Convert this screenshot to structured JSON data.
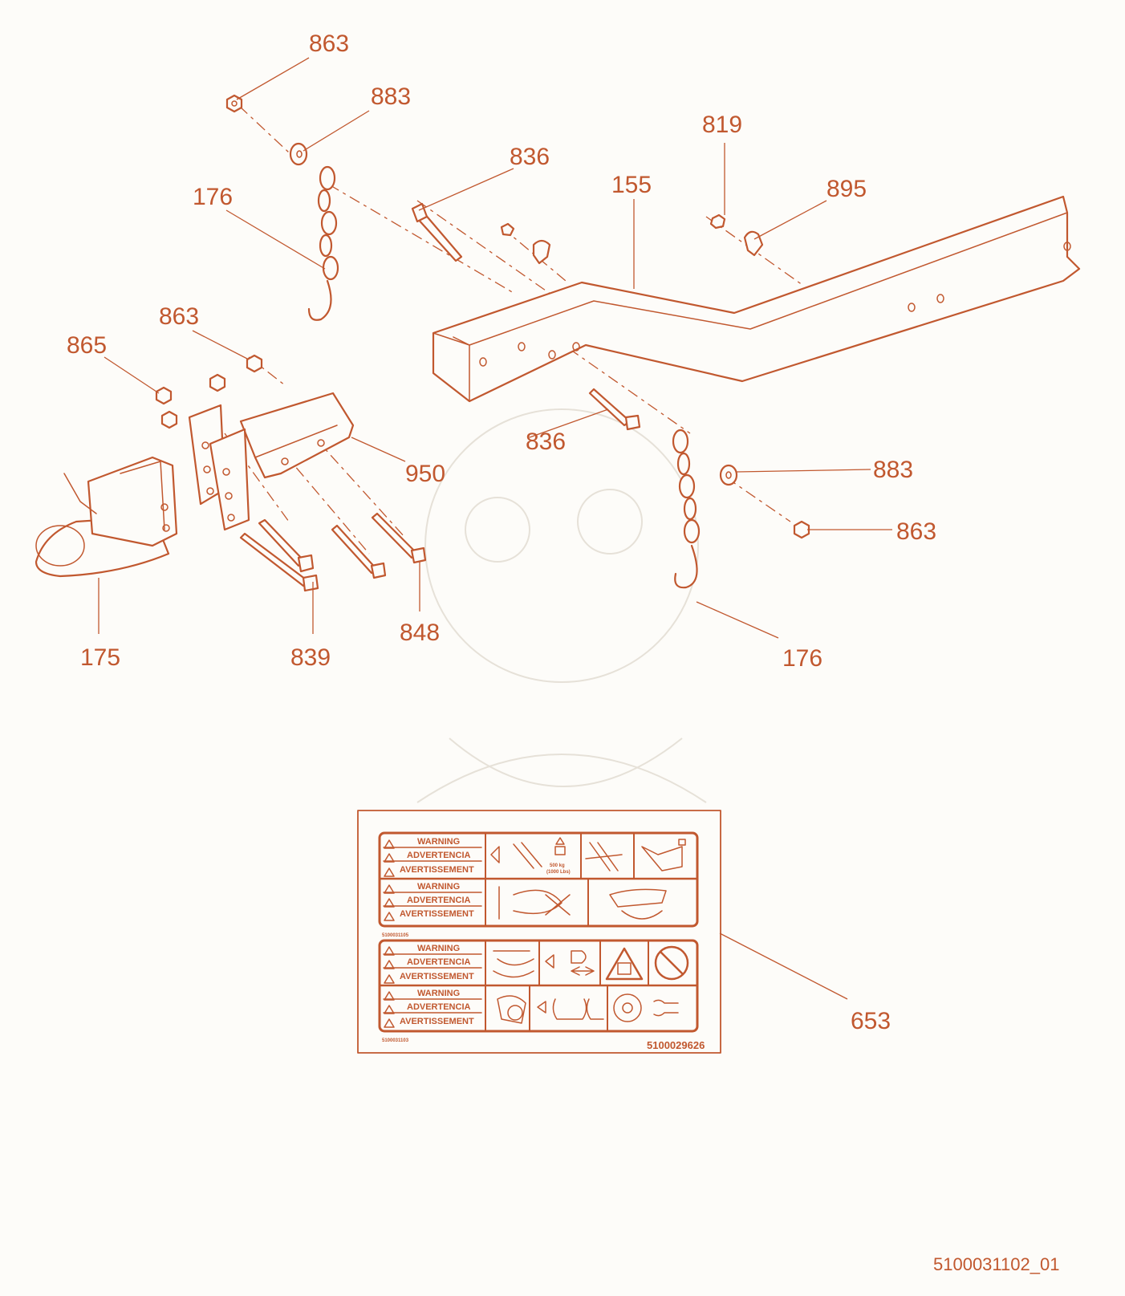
{
  "callouts": {
    "c863a": "863",
    "c883a": "883",
    "c836a": "836",
    "c155": "155",
    "c819": "819",
    "c895": "895",
    "c176a": "176",
    "c863b": "863",
    "c865": "865",
    "c950": "950",
    "c836b": "836",
    "c883b": "883",
    "c863c": "863",
    "c175": "175",
    "c839": "839",
    "c848": "848",
    "c176b": "176",
    "c653": "653"
  },
  "decal": {
    "warning": "WARNING",
    "advertencia": "ADVERTENCIA",
    "avertissement": "AVERTISSEMENT",
    "weight_line1": "500 kg",
    "weight_line2": "(1000 Lbs)",
    "part_upper": "5100031105",
    "part_lower": "5100031103",
    "part_main": "5100029626"
  },
  "document_number": "5100031102_01",
  "colors": {
    "line": "#c1582f",
    "background": "#fdfcf9"
  }
}
